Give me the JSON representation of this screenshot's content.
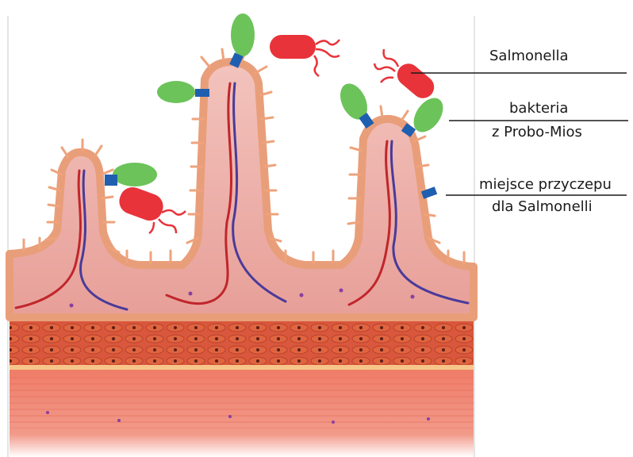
{
  "labels": {
    "salmonella": "Salmonella",
    "probiotic_line1": "bakteria",
    "probiotic_line2": "z Probo-Mios",
    "site_line1": "miejsce przyczepu",
    "site_line2": "dla Salmonelli"
  },
  "colors": {
    "salmonella": "#e8333a",
    "probiotic_bacteria": "#6cc35a",
    "attachment_site": "#1f5fb0",
    "villus_border": "#eea37c",
    "villus_fill": "#f2b8b2",
    "muscle_layer": "#d8533a",
    "lower_layer": "#f07a66"
  }
}
